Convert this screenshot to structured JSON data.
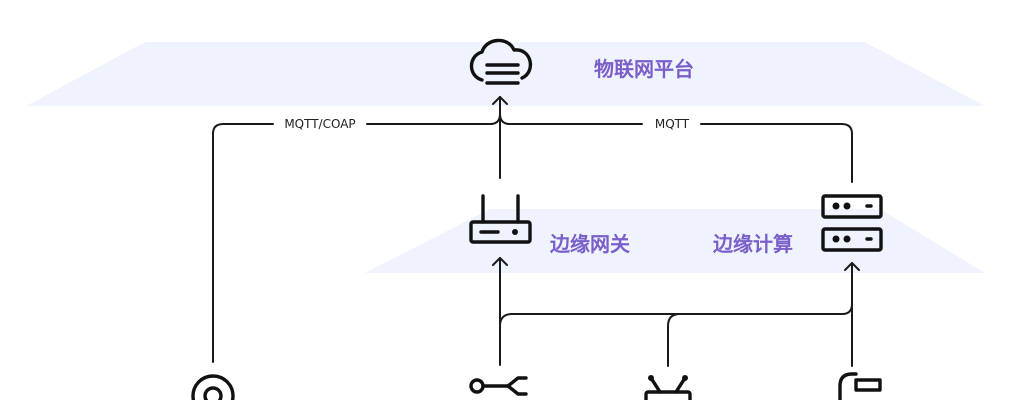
{
  "colors": {
    "layer_label": "#7a5ec9",
    "plane": "#eef3fd",
    "line": "#1a1a1a"
  },
  "layers": {
    "platform": {
      "label": "物联网平台",
      "icon": "cloud-server-icon"
    },
    "gateway": {
      "label": "边缘网关",
      "icon": "router-icon"
    },
    "edge_compute": {
      "label": "边缘计算",
      "icon": "server-rack-icon"
    }
  },
  "connections": {
    "left_protocol": "MQTT/COAP",
    "right_protocol": "MQTT"
  },
  "devices": [
    {
      "icon": "sensor-target-icon"
    },
    {
      "icon": "branch-node-icon"
    },
    {
      "icon": "antenna-device-icon"
    },
    {
      "icon": "faucet-icon"
    }
  ]
}
